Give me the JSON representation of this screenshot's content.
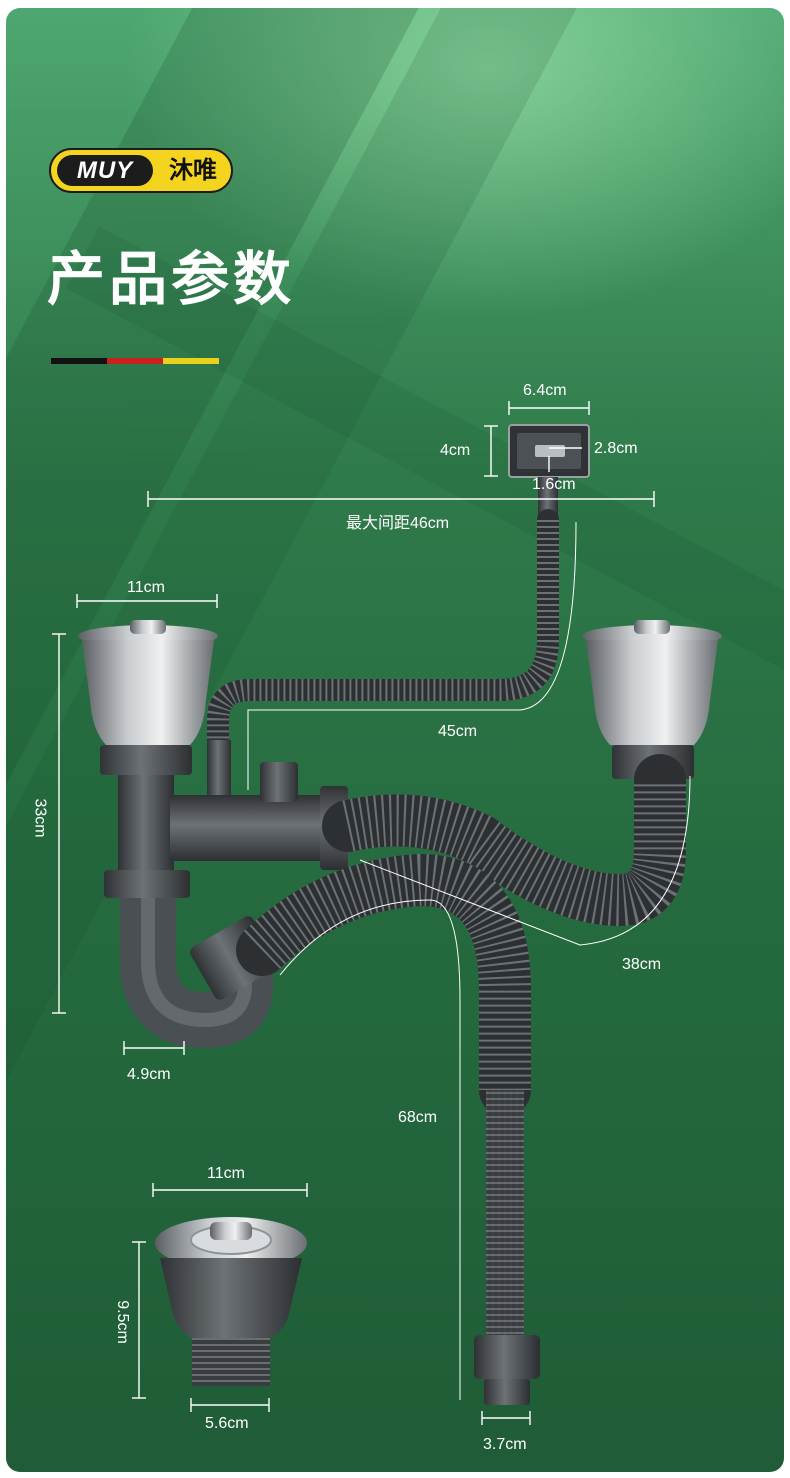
{
  "brand": {
    "logo_text": "MUY",
    "cn_name": "沐唯"
  },
  "title": "产品参数",
  "stripe_colors": [
    "#111111",
    "#c9221e",
    "#e9d21c"
  ],
  "dimensions": {
    "overflow_width": "6.4cm",
    "overflow_height": "4cm",
    "overflow_inner_height": "2.8cm",
    "overflow_outlet": "1.6cm",
    "max_spacing": "最大间距46cm",
    "left_basket_width": "11cm",
    "left_height": "33cm",
    "overflow_hose": "45cm",
    "right_hose": "38cm",
    "trap_pipe_width": "4.9cm",
    "drain_hose": "68cm",
    "basket_width": "11cm",
    "basket_height": "9.5cm",
    "basket_thread": "5.6cm",
    "outlet_diameter": "3.7cm"
  }
}
